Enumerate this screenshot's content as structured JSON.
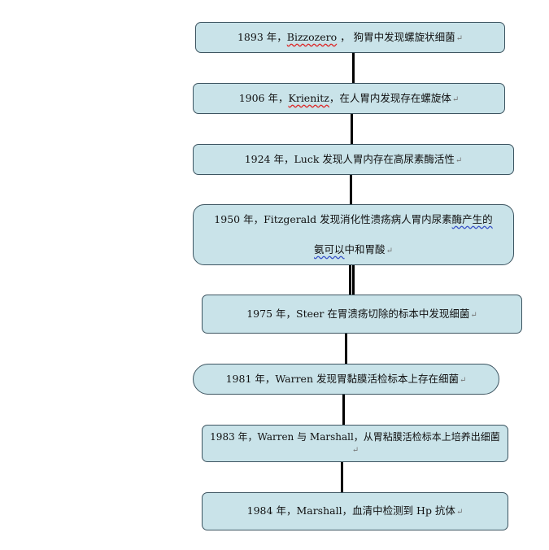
{
  "timeline": {
    "events": [
      {
        "pre": "1893 年，",
        "u": "Bizzozero",
        "post": " ， 狗胃中发现螺旋状细菌",
        "mark": "↵"
      },
      {
        "pre": "1906 年，",
        "u": "Krienitz",
        "post": "，在人胃内发现存在螺旋体",
        "mark": "↵"
      },
      {
        "text": "1924 年，Luck 发现人胃内存在高尿素酶活性",
        "mark": "↵"
      },
      {
        "pre": "1950 年，Fitzgerald 发现消化性溃疡病人胃内尿素",
        "u": "酶产生的",
        "line2_u": "氨可以",
        "line2_post": "中和胃酸",
        "mark": "↵"
      },
      {
        "text": "1975 年，Steer 在胃溃疡切除的标本中发现细菌",
        "mark": "↵"
      },
      {
        "text": "1981 年，Warren 发现胃黏膜活检标本上存在细菌",
        "mark": "↵"
      },
      {
        "text": "1983 年，Warren 与 Marshall，从胃粘膜活检标本上培养出细菌",
        "mark": "↵"
      },
      {
        "text": "1984 年，Marshall，血清中检测到 Hp 抗体",
        "mark": "↵"
      }
    ]
  }
}
